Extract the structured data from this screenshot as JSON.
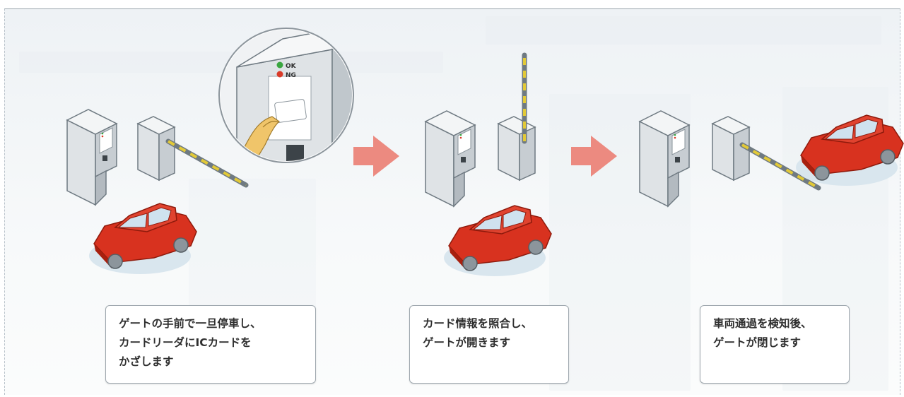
{
  "steps": [
    {
      "lines": [
        "ゲートの手前で一旦停車し、",
        "カードリーダにICカードを",
        "かざします"
      ],
      "indicator": {
        "ok": "OK",
        "ng": "NG",
        "ok_color": "#3aa640",
        "ng_color": "#d93a28"
      }
    },
    {
      "lines": [
        "カード情報を照合し、",
        "ゲートが開きます"
      ]
    },
    {
      "lines": [
        "車両通過を検知後、",
        "ゲートが閉じます"
      ]
    }
  ],
  "colors": {
    "car": "#d8321f",
    "car_dark": "#a8200f",
    "arrow": "#ec8a80",
    "barrier_stripe": "#e2c937",
    "machine_light": "#eceff1",
    "machine_side": "#b7bec4"
  }
}
